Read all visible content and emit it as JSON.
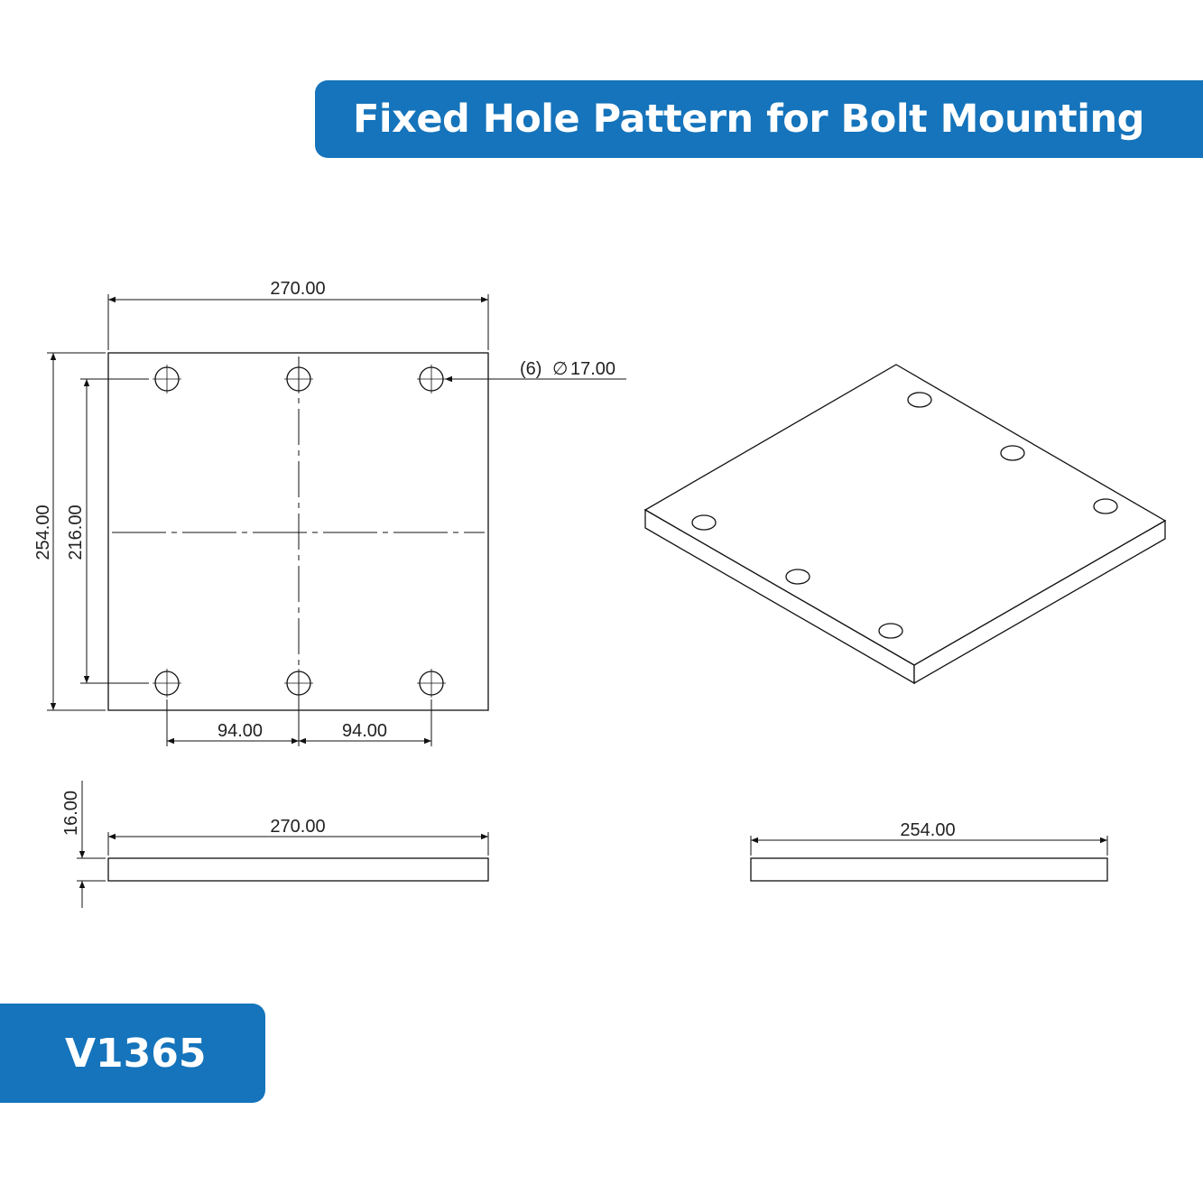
{
  "title": "Fixed Hole Pattern for Bolt Mounting",
  "product_code": "V1365",
  "colors": {
    "accent": "#1574bb",
    "line": "#111111"
  },
  "top_view": {
    "width_label": "270.00",
    "height_label": "254.00",
    "hole_spacing_vertical_label": "216.00",
    "hole_spacing_left_label": "94.00",
    "hole_spacing_right_label": "94.00",
    "hole_callout_count": "(6)",
    "hole_callout_symbol": "∅",
    "hole_callout_diameter": "17.00"
  },
  "front_view": {
    "width_label": "270.00",
    "thickness_label": "16.00"
  },
  "side_view": {
    "width_label": "254.00"
  }
}
